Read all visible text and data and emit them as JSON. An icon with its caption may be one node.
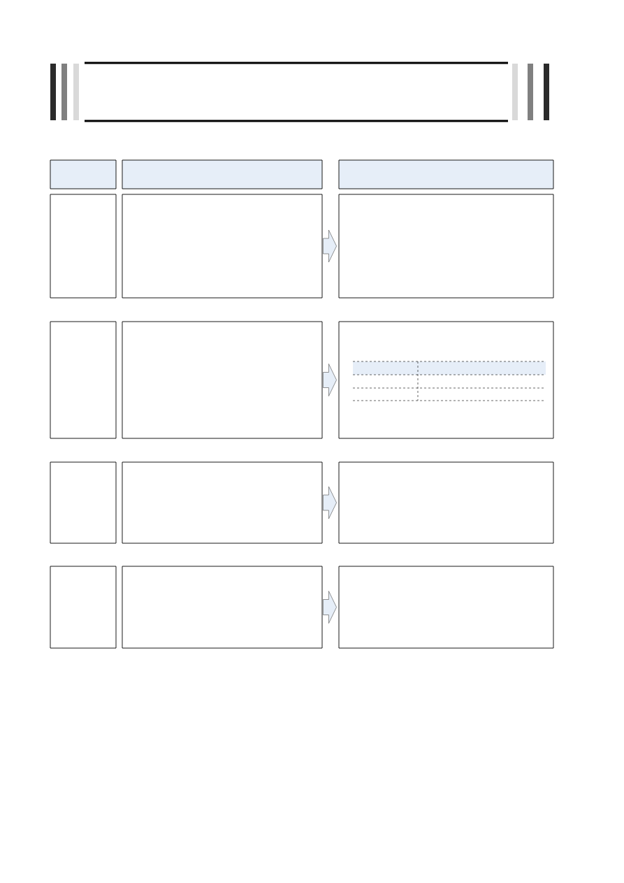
{
  "diagram": {
    "nodes": [
      {
        "text": [],
        "shape": "box"
      },
      {
        "text": [],
        "shape": "box"
      },
      {
        "text": [],
        "shape": "box"
      },
      {
        "text": [],
        "shape": "box"
      },
      {
        "text": [],
        "shape": "box"
      },
      {
        "text": [],
        "shape": "box"
      },
      {
        "text": [],
        "shape": "box"
      },
      {
        "text": [],
        "shape": "box"
      },
      {
        "text": [],
        "shape": "box"
      },
      {
        "text": [],
        "shape": "box"
      },
      {
        "text": [],
        "shape": "box"
      },
      {
        "text": [],
        "shape": "box"
      },
      {
        "text": [],
        "shape": "box"
      },
      {
        "text": [],
        "shape": "box"
      },
      {
        "text": [],
        "shape": "box"
      }
    ],
    "edges": [
      {
        "from": 4,
        "to": 5,
        "arrow": "to"
      },
      {
        "from": 7,
        "to": 8,
        "arrow": "to"
      },
      {
        "from": 10,
        "to": 11,
        "arrow": "to"
      },
      {
        "from": 13,
        "to": 14,
        "arrow": "to"
      }
    ]
  }
}
